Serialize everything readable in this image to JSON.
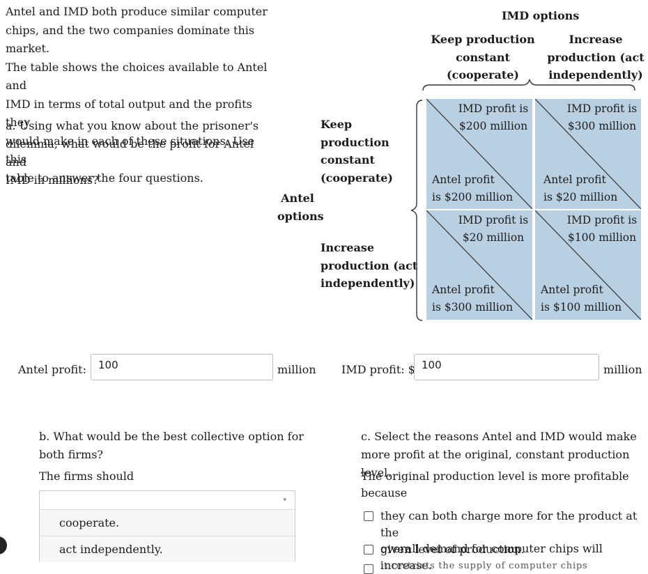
{
  "intro": {
    "lines": [
      "Antel and IMD both produce similar computer",
      "chips, and the two companies dominate this market.",
      "The table shows the choices available to Antel and",
      "IMD in terms of total output and the profits they",
      "would make in each of these situations. Use this",
      "table to answer the four questions."
    ]
  },
  "question_a": {
    "lines": [
      "a. Using what you know about the prisoner's",
      "dilemma, what would be the profit for Antel and",
      "IMD in millions?"
    ]
  },
  "matrix": {
    "imd_title": "IMD options",
    "col1": [
      "Keep production",
      "constant",
      "(cooperate)"
    ],
    "col2": [
      "Increase",
      "production (act",
      "independently)"
    ],
    "antel_title": [
      "Antel",
      "options"
    ],
    "row1": [
      "Keep",
      "production",
      "constant",
      "(cooperate)"
    ],
    "row2": [
      "Increase",
      "production (act",
      "independently)"
    ],
    "cells": [
      {
        "imd": [
          "IMD profit is",
          "$200 million"
        ],
        "antel": [
          "Antel profit",
          "is $200 million"
        ]
      },
      {
        "imd": [
          "IMD profit is",
          "$300 million"
        ],
        "antel": [
          "Antel profit",
          "is $20 million"
        ]
      },
      {
        "imd": [
          "IMD profit is",
          "$20 million"
        ],
        "antel": [
          "Antel profit",
          "is $300 million"
        ]
      },
      {
        "imd": [
          "IMD profit is",
          "$100 million"
        ],
        "antel": [
          "Antel profit",
          "is $100 million"
        ]
      }
    ]
  },
  "answers": {
    "antel_label": "Antel profit: $",
    "antel_value": "100",
    "imd_label": "IMD profit: $",
    "imd_value": "100",
    "unit": "million"
  },
  "question_b": {
    "lines": [
      "b. What would be the best collective option for",
      "both firms?"
    ],
    "prompt": "The firms should",
    "options": [
      "cooperate.",
      "act independently."
    ]
  },
  "question_c": {
    "lines": [
      "c. Select the reasons Antel and IMD would make",
      "more profit at the original, constant production level."
    ],
    "prompt": [
      "The original production level is more profitable",
      "because"
    ],
    "options": [
      [
        "they can both charge more for the product at the",
        "given level of production."
      ],
      [
        "overall demand for computer chips will increase."
      ],
      [
        "it restricts the supply of computer chips"
      ]
    ]
  }
}
